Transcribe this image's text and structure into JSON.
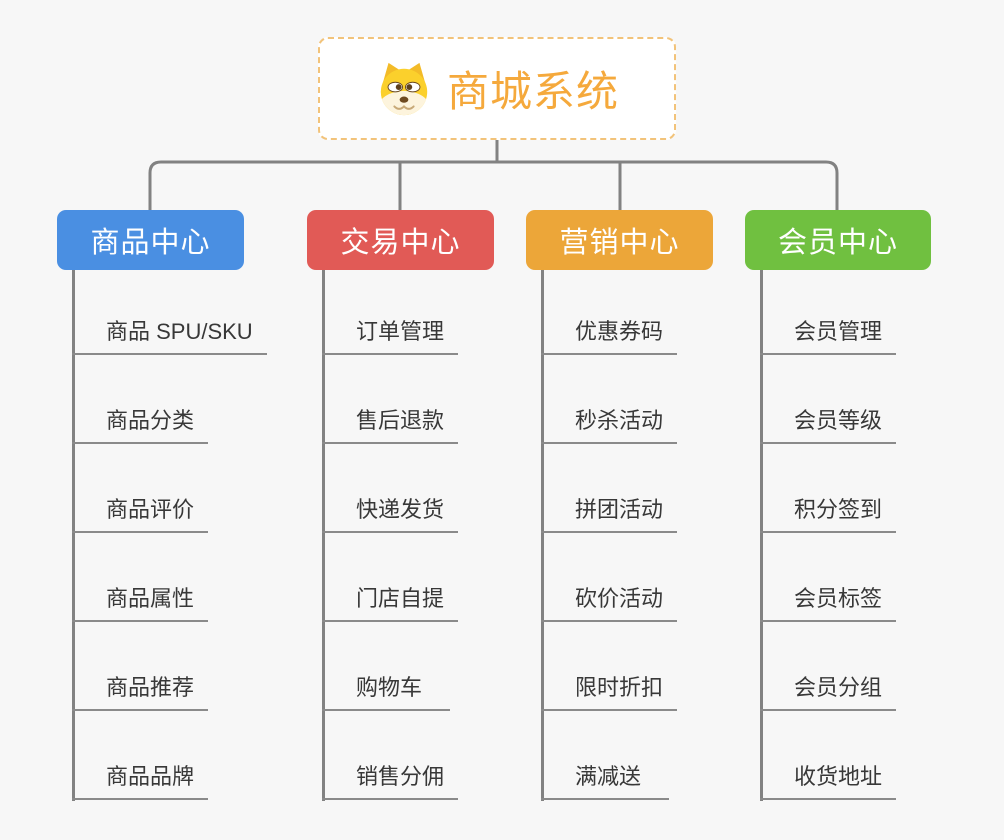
{
  "root": {
    "title": "商城系统",
    "icon": "dog-icon",
    "title_color": "#f5a93c",
    "border_color": "#f2c37a"
  },
  "connector_color": "#828282",
  "branches": [
    {
      "label": "商品中心",
      "color": "#4a8fe2",
      "children": [
        "商品 SPU/SKU",
        "商品分类",
        "商品评价",
        "商品属性",
        "商品推荐",
        "商品品牌"
      ]
    },
    {
      "label": "交易中心",
      "color": "#e15a56",
      "children": [
        "订单管理",
        "售后退款",
        "快递发货",
        "门店自提",
        "购物车",
        "销售分佣"
      ]
    },
    {
      "label": "营销中心",
      "color": "#eca639",
      "children": [
        "优惠券码",
        "秒杀活动",
        "拼团活动",
        "砍价活动",
        "限时折扣",
        "满减送"
      ]
    },
    {
      "label": "会员中心",
      "color": "#70c040",
      "children": [
        "会员管理",
        "会员等级",
        "积分签到",
        "会员标签",
        "会员分组",
        "收货地址"
      ]
    }
  ]
}
